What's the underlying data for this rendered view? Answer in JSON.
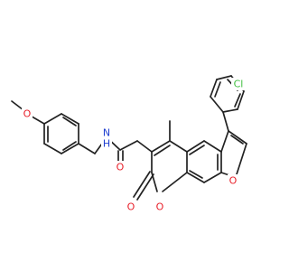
{
  "structure": {
    "atom_labels": {
      "chlorine": "Cl",
      "methoxy_oxygen": "O",
      "amide_nitrogen": "N",
      "amide_hydrogen": "H",
      "amide_oxygen": "O",
      "lactone_carbonyl_oxygen": "O",
      "ring_oxygen": "O",
      "furan_oxygen": "O"
    }
  },
  "colors": {
    "bond": "#222222",
    "oxygen": "#e8202a",
    "nitrogen": "#1f3fd0",
    "chlorine": "#3fbf3f",
    "background": "#ffffff"
  }
}
